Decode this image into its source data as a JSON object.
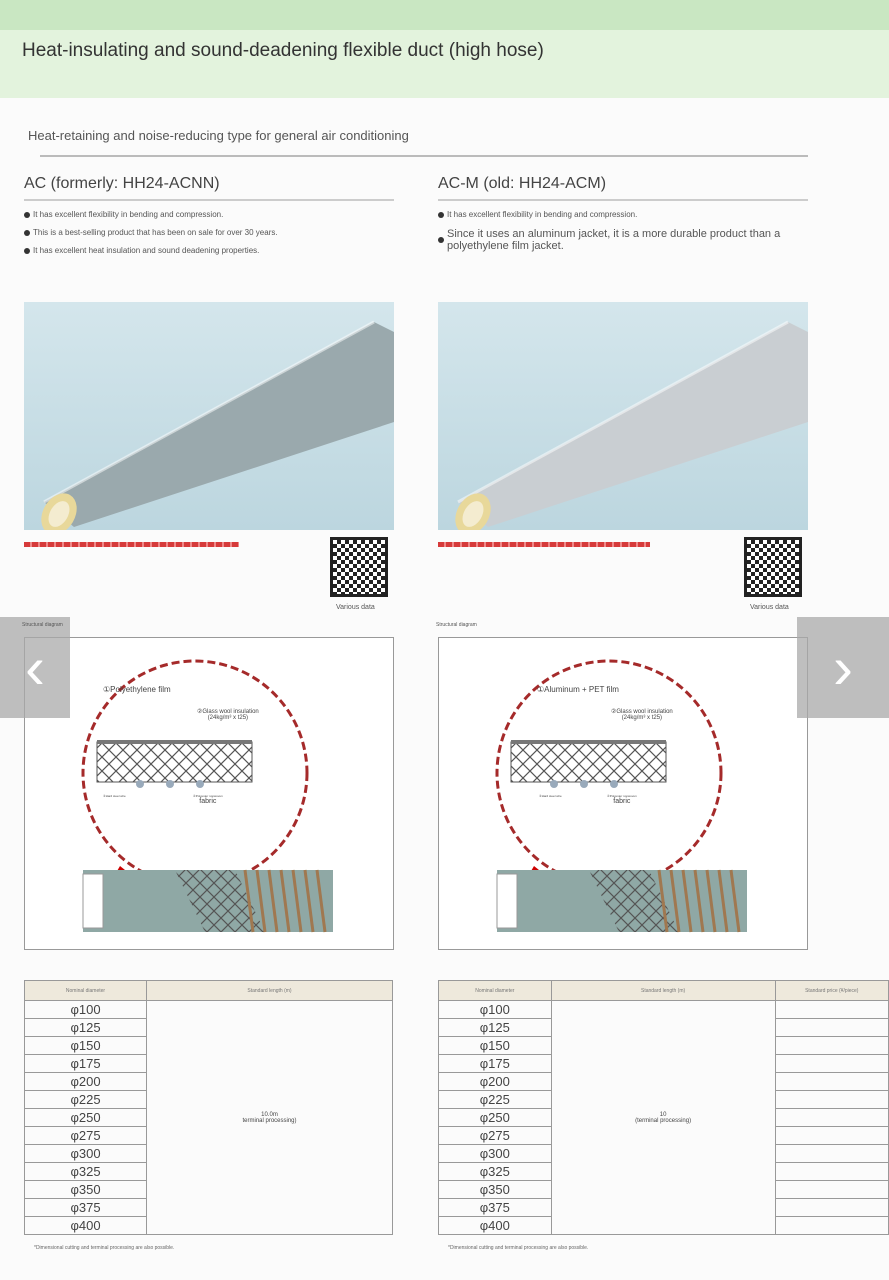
{
  "header": {
    "title": "Heat-insulating and sound-deadening flexible duct (high hose)"
  },
  "subtitle": "Heat-retaining and noise-reducing type for general air conditioning",
  "products": [
    {
      "name": "AC (formerly: HH24-ACNN)",
      "bullets": [
        "It has excellent flexibility in bending and compression.",
        "This is a best-selling product that has been on sale for over 30 years.",
        "It has excellent heat insulation and sound deadening properties."
      ],
      "qr_label": "Various data",
      "diagram_label": "Structural diagram",
      "layer1": "①Polyethylene film",
      "layer2": "②Glass wool insulation",
      "layer2b": "(24kg/m³ x t25)",
      "layer3": "③Hard steel wire",
      "layer4": "④Polyester nonwoven",
      "layer4b": "fabric",
      "table": {
        "headers": [
          "Nominal diameter",
          "Standard length (m)"
        ],
        "length": "10.0m",
        "length_note": "terminal processing)",
        "note": "*Dimensional cutting and terminal processing are also possible."
      }
    },
    {
      "name": "AC-M (old: HH24-ACM)",
      "bullets": [
        "It has excellent flexibility in bending and compression.",
        "Since it uses an aluminum jacket, it is a more durable product than a polyethylene film jacket."
      ],
      "qr_label": "Various data",
      "diagram_label": "Structural diagram",
      "layer1": "①Aluminum + PET film",
      "layer2": "②Glass wool insulation",
      "layer2b": "(24kg/m³ x t25)",
      "layer3": "③Hard steel wire",
      "layer4": "④Polyester nonwoven",
      "layer4b": "fabric",
      "table": {
        "headers": [
          "Nominal diameter",
          "Standard length (m)",
          "Standard price (¥/piece)"
        ],
        "length": "10",
        "length_note": "(terminal processing)",
        "note": "*Dimensional cutting and terminal processing are also possible."
      }
    }
  ],
  "diameters": [
    "φ100",
    "φ125",
    "φ150",
    "φ175",
    "φ200",
    "φ225",
    "φ250",
    "φ275",
    "φ300",
    "φ325",
    "φ350",
    "φ375",
    "φ400"
  ],
  "nav": {
    "prev": "‹",
    "next": "›"
  }
}
